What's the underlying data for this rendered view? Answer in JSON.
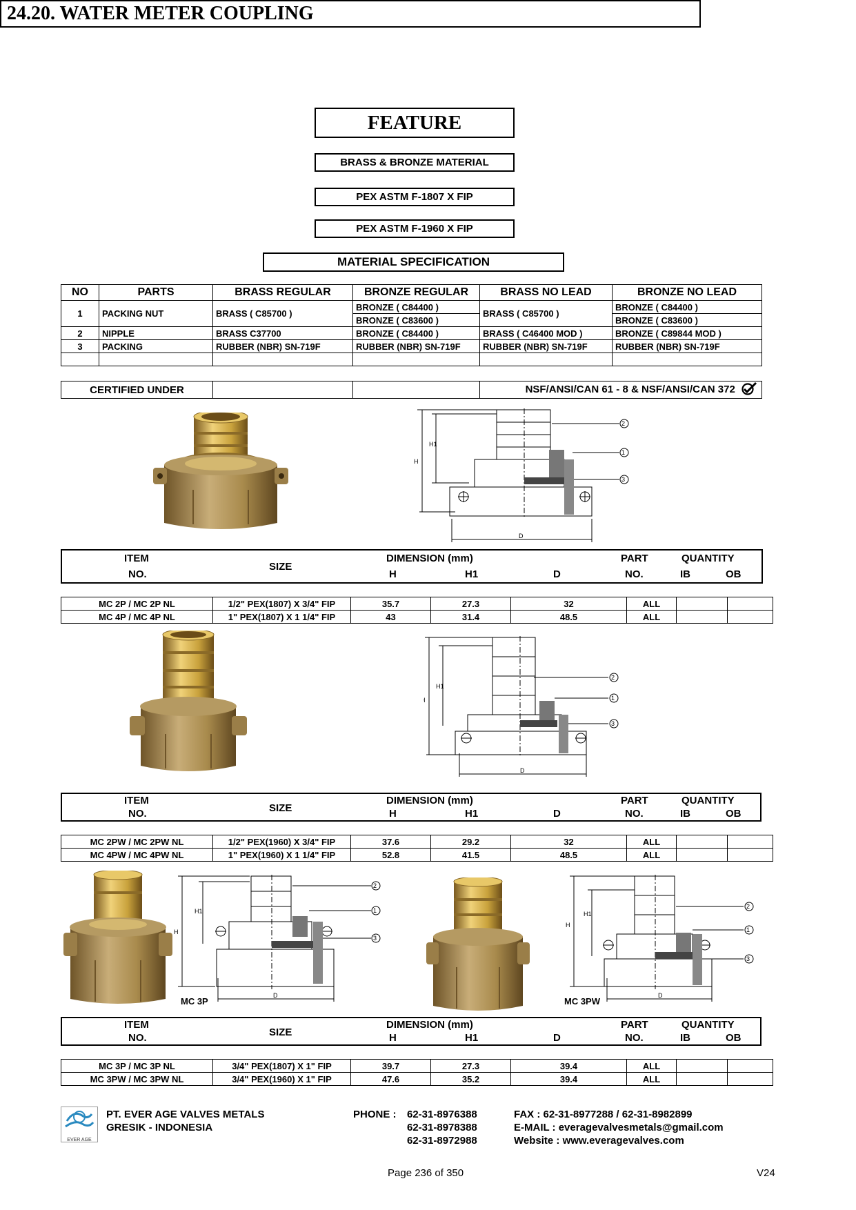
{
  "title": "24.20.  WATER METER COUPLING",
  "feature": {
    "heading": "FEATURE",
    "items": [
      "BRASS & BRONZE MATERIAL",
      "PEX ASTM F-1807 X FIP",
      "PEX ASTM F-1960 X FIP"
    ]
  },
  "material_spec": {
    "heading": "MATERIAL SPECIFICATION",
    "columns": [
      "NO",
      "PARTS",
      "BRASS REGULAR",
      "BRONZE REGULAR",
      "BRASS NO LEAD",
      "BRONZE NO LEAD"
    ],
    "rows": [
      {
        "no": "1",
        "part": "PACKING NUT",
        "brass_regular": "BRASS ( C85700 )",
        "bronze_regular": [
          "BRONZE ( C84400 )",
          "BRONZE ( C83600 )"
        ],
        "brass_no_lead": "BRASS ( C85700 )",
        "bronze_no_lead": [
          "BRONZE ( C84400 )",
          "BRONZE ( C83600 )"
        ]
      },
      {
        "no": "2",
        "part": "NIPPLE",
        "brass_regular": "BRASS C37700",
        "bronze_regular": "BRONZE ( C84400 )",
        "brass_no_lead": "BRASS ( C46400 MOD )",
        "bronze_no_lead": "BRONZE ( C89844  MOD )"
      },
      {
        "no": "3",
        "part": "PACKING",
        "brass_regular": "RUBBER (NBR) SN-719F",
        "bronze_regular": "RUBBER (NBR) SN-719F",
        "brass_no_lead": "RUBBER (NBR) SN-719F",
        "bronze_no_lead": "RUBBER (NBR) SN-719F"
      }
    ]
  },
  "certified": {
    "label": "CERTIFIED UNDER",
    "value": "NSF/ANSI/CAN 61 - 8 & NSF/ANSI/CAN 372"
  },
  "dim_header": {
    "item": "ITEM",
    "no": "NO.",
    "size": "SIZE",
    "dimension": "DIMENSION (mm)",
    "h": "H",
    "h1": "H1",
    "d": "D",
    "part": "PART",
    "part_no": "NO.",
    "quantity": "QUANTITY",
    "ib": "IB",
    "ob": "OB"
  },
  "drawing_labels": {
    "h": "H",
    "h1": "H1",
    "d": "D",
    "callouts": [
      "2",
      "1",
      "3"
    ]
  },
  "tables": [
    {
      "rows": [
        {
          "item": "MC 2P / MC 2P NL",
          "size": "1/2\" PEX(1807) X 3/4\" FIP",
          "h": "35.7",
          "h1": "27.3",
          "d": "32",
          "part": "ALL"
        },
        {
          "item": "MC 4P / MC 4P NL",
          "size": "1\" PEX(1807) X 1 1/4\" FIP",
          "h": "43",
          "h1": "31.4",
          "d": "48.5",
          "part": "ALL"
        }
      ]
    },
    {
      "rows": [
        {
          "item": "MC 2PW / MC 2PW NL",
          "size": "1/2\" PEX(1960) X 3/4\" FIP",
          "h": "37.6",
          "h1": "29.2",
          "d": "32",
          "part": "ALL"
        },
        {
          "item": "MC 4PW / MC 4PW NL",
          "size": "1\" PEX(1960) X 1 1/4\" FIP",
          "h": "52.8",
          "h1": "41.5",
          "d": "48.5",
          "part": "ALL"
        }
      ]
    },
    {
      "rows": [
        {
          "item": "MC 3P / MC 3P NL",
          "size": "3/4\" PEX(1807) X 1\" FIP",
          "h": "39.7",
          "h1": "27.3",
          "d": "39.4",
          "part": "ALL"
        },
        {
          "item": "MC 3PW / MC 3PW NL",
          "size": "3/4\" PEX(1960) X 1\" FIP",
          "h": "47.6",
          "h1": "35.2",
          "d": "39.4",
          "part": "ALL"
        }
      ]
    }
  ],
  "figure_labels": {
    "mc3p": "MC 3P",
    "mc3pw": "MC 3PW"
  },
  "footer": {
    "logo_text": "EVER AGE",
    "company": "PT. EVER AGE VALVES METALS",
    "location": "GRESIK - INDONESIA",
    "phone_label": "PHONE :",
    "phones": [
      "62-31-8976388",
      "62-31-8978388",
      "62-31-8972988"
    ],
    "fax": "FAX  : 62-31-8977288 / 62-31-8982899",
    "email": "E-MAIL  : everagevalvesmetals@gmail.com",
    "website": "Website  : www.everagevalves.com",
    "page": "Page 236 of 350",
    "version": "V24"
  },
  "colors": {
    "brass": "#c9a23c",
    "bronze": "#a88a4c",
    "hatch": "#555555"
  }
}
